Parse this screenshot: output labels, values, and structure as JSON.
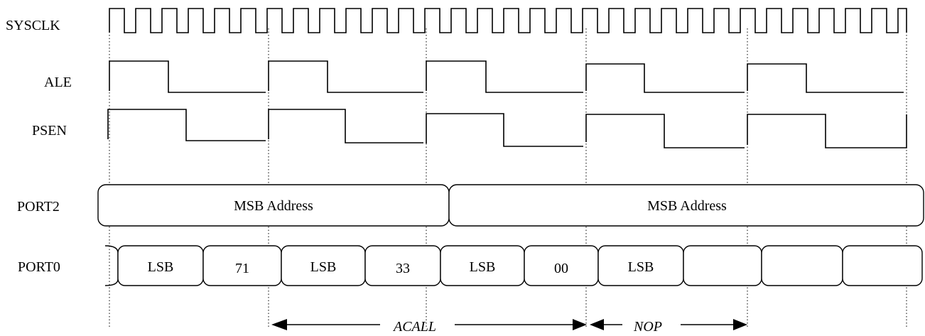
{
  "signals": {
    "sysclk": "SYSCLK",
    "ale": "ALE",
    "psen": "PSEN",
    "port2": "PORT2",
    "port0": "PORT0"
  },
  "port2_bus": [
    "MSB Address",
    "MSB Address"
  ],
  "port0_bus": [
    "LSB",
    "71",
    "LSB",
    "33",
    "LSB",
    "00",
    "LSB",
    "",
    "",
    ""
  ],
  "annotations": {
    "acall": "ACALL",
    "nop": "NOP"
  }
}
